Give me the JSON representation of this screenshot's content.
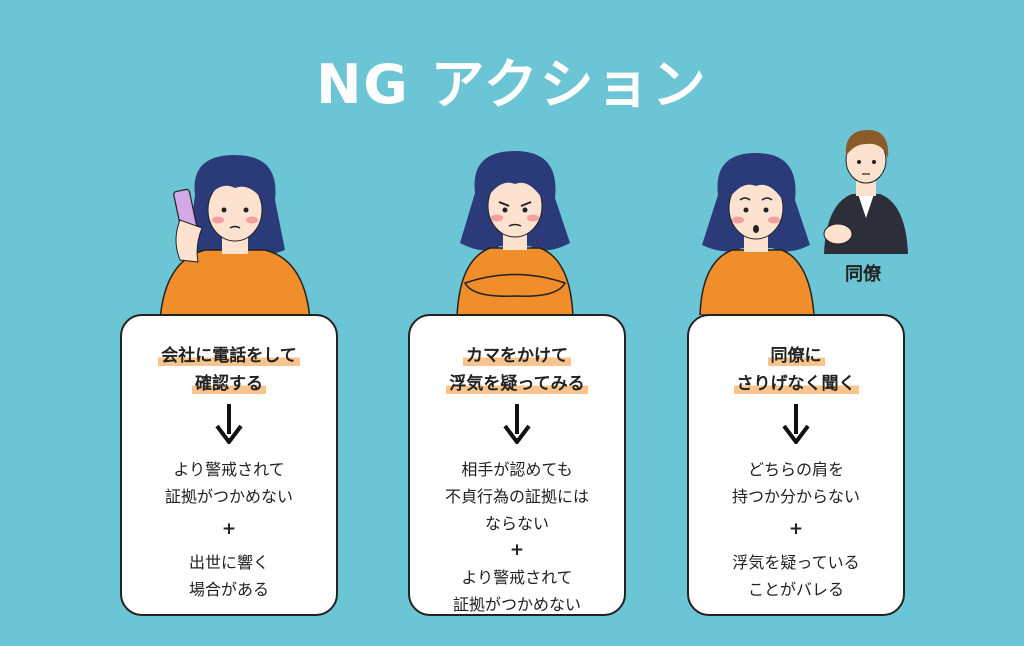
{
  "title": "NG アクション",
  "colleague_label": "同僚",
  "cards": [
    {
      "head_lines": [
        "会社に電話をして",
        "確認する"
      ],
      "result_lines": [
        "より警戒されて",
        "証拠がつかめない"
      ],
      "plus": "+",
      "extra_lines": [
        "出世に響く",
        "場合がある"
      ]
    },
    {
      "head_lines": [
        "カマをかけて",
        "浮気を疑ってみる"
      ],
      "result_lines": [
        "相手が認めても",
        "不貞行為の証拠には",
        "ならない"
      ],
      "plus": "+",
      "extra_lines": [
        "より警戒されて",
        "証拠がつかめない"
      ]
    },
    {
      "head_lines": [
        "同僚に",
        "さりげなく聞く"
      ],
      "result_lines": [
        "どちらの肩を",
        "持つか分からない"
      ],
      "plus": "+",
      "extra_lines": [
        "浮気を疑っている",
        "ことがバレる"
      ]
    }
  ],
  "colors": {
    "background": "#6cc5d5",
    "highlight": "#f6c48c",
    "shirt": "#ef8e2b",
    "hair": "#2b3a78",
    "suit": "#2c2f3a"
  }
}
